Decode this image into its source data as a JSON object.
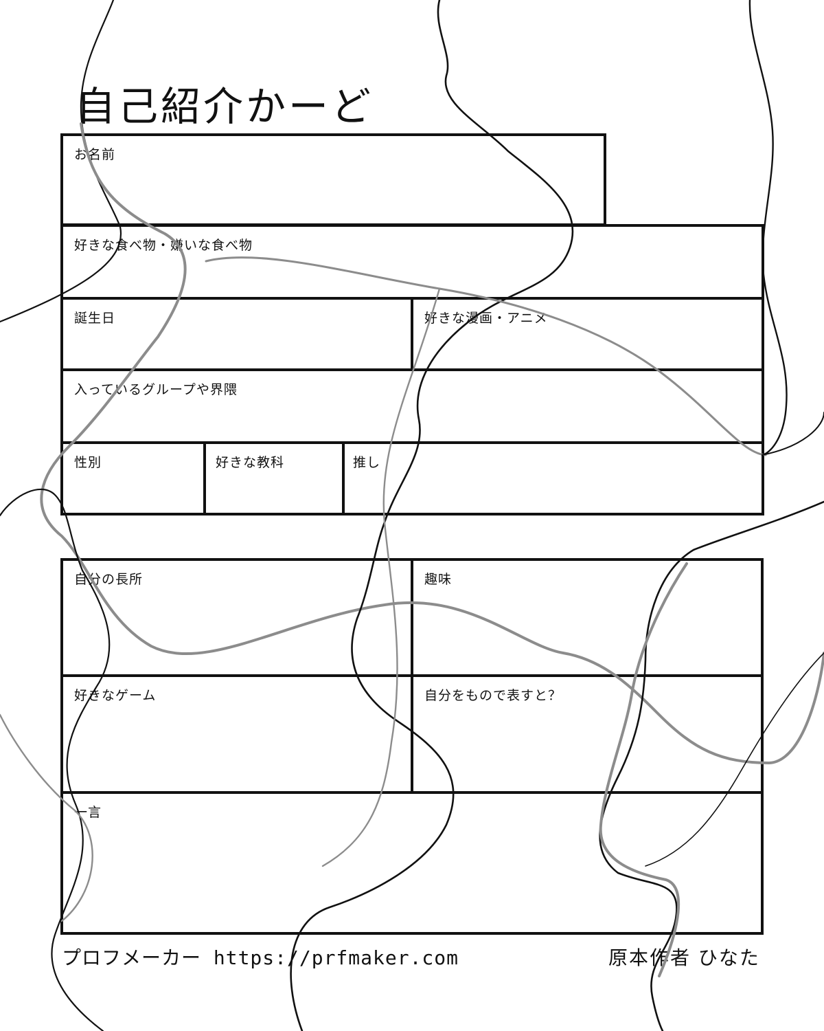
{
  "title": "自己紹介かーど",
  "fields": {
    "name": "お名前",
    "food": "好きな食べ物・嫌いな食べ物",
    "birthday": "誕生日",
    "manga_anime": "好きな漫画・アニメ",
    "groups": "入っているグループや界隈",
    "gender": "性別",
    "subject": "好きな教科",
    "oshi": "推し",
    "strengths": "自分の長所",
    "hobby": "趣味",
    "games": "好きなゲーム",
    "as_object": "自分をもので表すと？",
    "comment": "一言"
  },
  "footer": {
    "maker": "プロフメーカー https://prfmaker.com",
    "author": "原本作者 ひなた"
  },
  "colors": {
    "line": "#111111",
    "strand_dark": "#111111",
    "strand_gray": "#8c8c8c",
    "background": "#ffffff"
  }
}
